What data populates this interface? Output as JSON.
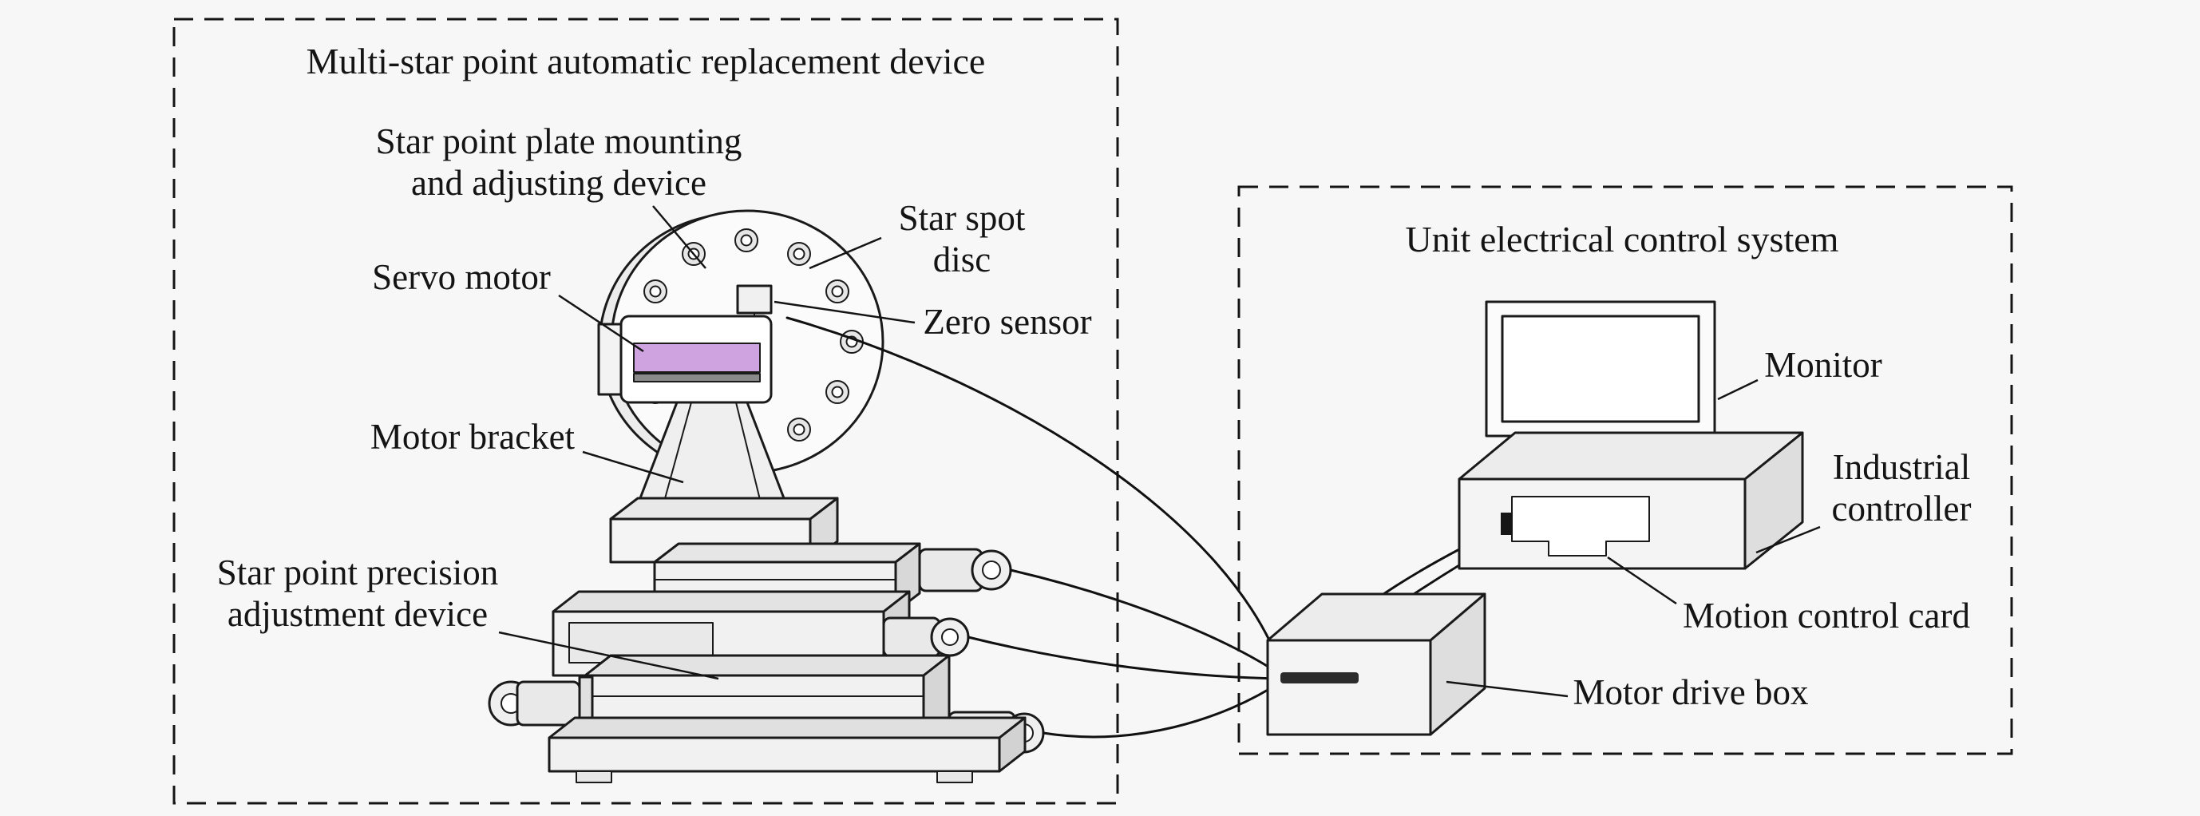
{
  "left_panel": {
    "title": "Multi-star point automatic replacement device",
    "labels": {
      "mounting1": "Star point plate mounting",
      "mounting2": "and adjusting device",
      "disc1": "Star spot",
      "disc2": "disc",
      "servo": "Servo motor",
      "zero": "Zero sensor",
      "bracket": "Motor bracket",
      "adjust1": "Star point precision",
      "adjust2": "adjustment device"
    }
  },
  "right_panel": {
    "title": "Unit electrical control system",
    "labels": {
      "monitor": "Monitor",
      "controller1": "Industrial",
      "controller2": "controller",
      "card": "Motion control card",
      "drive": "Motor drive box"
    }
  },
  "style": {
    "background": "#f7f7f7",
    "line_color": "#141414",
    "servo_highlight": "#cfa3e0"
  }
}
